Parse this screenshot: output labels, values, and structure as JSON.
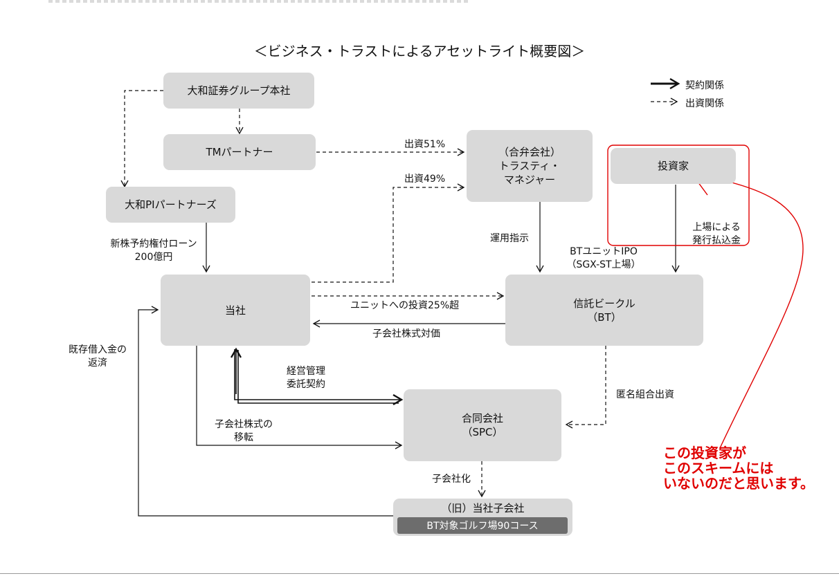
{
  "title": "＜ビジネス・トラストによるアセットライト概要図＞",
  "legend": {
    "contract": "契約関係",
    "investment": "出資関係"
  },
  "nodes": {
    "daiwa_hq": "大和証券グループ本社",
    "tm_partner": "TMパートナー",
    "daiwa_pi": "大和PIパートナーズ",
    "trustee_1": "（合弁会社）",
    "trustee_2": "トラスティ・",
    "trustee_3": "マネジャー",
    "investor": "投資家",
    "company": "当社",
    "bt_1": "信託ビークル",
    "bt_2": "（BT）",
    "spc_1": "合同会社",
    "spc_2": "（SPC）",
    "old_sub": "（旧）当社子会社",
    "golf": "BT対象ゴルフ場90コース"
  },
  "labels": {
    "invest51": "出資51%",
    "invest49": "出資49%",
    "loan_1": "新株予約権付ローン",
    "loan_2": "200億円",
    "ops": "運用指示",
    "ipo_1": "BTユニットIPO",
    "ipo_2": "（SGX-ST上場）",
    "listing_1": "上場による",
    "listing_2": "発行払込金",
    "unit_invest": "ユニットへの投資25%超",
    "share_price": "子会社株式対価",
    "repay_1": "既存借入金の",
    "repay_2": "返済",
    "mgmt_1": "経営管理",
    "mgmt_2": "委託契約",
    "tokumei": "匿名組合出資",
    "transfer_1": "子会社株式の",
    "transfer_2": "移転",
    "subsidiarize": "子会社化"
  },
  "annotation": {
    "line1": "この投資家が",
    "line2": "このスキームには",
    "line3": "いないのだと思います。",
    "color": "#e00000"
  }
}
